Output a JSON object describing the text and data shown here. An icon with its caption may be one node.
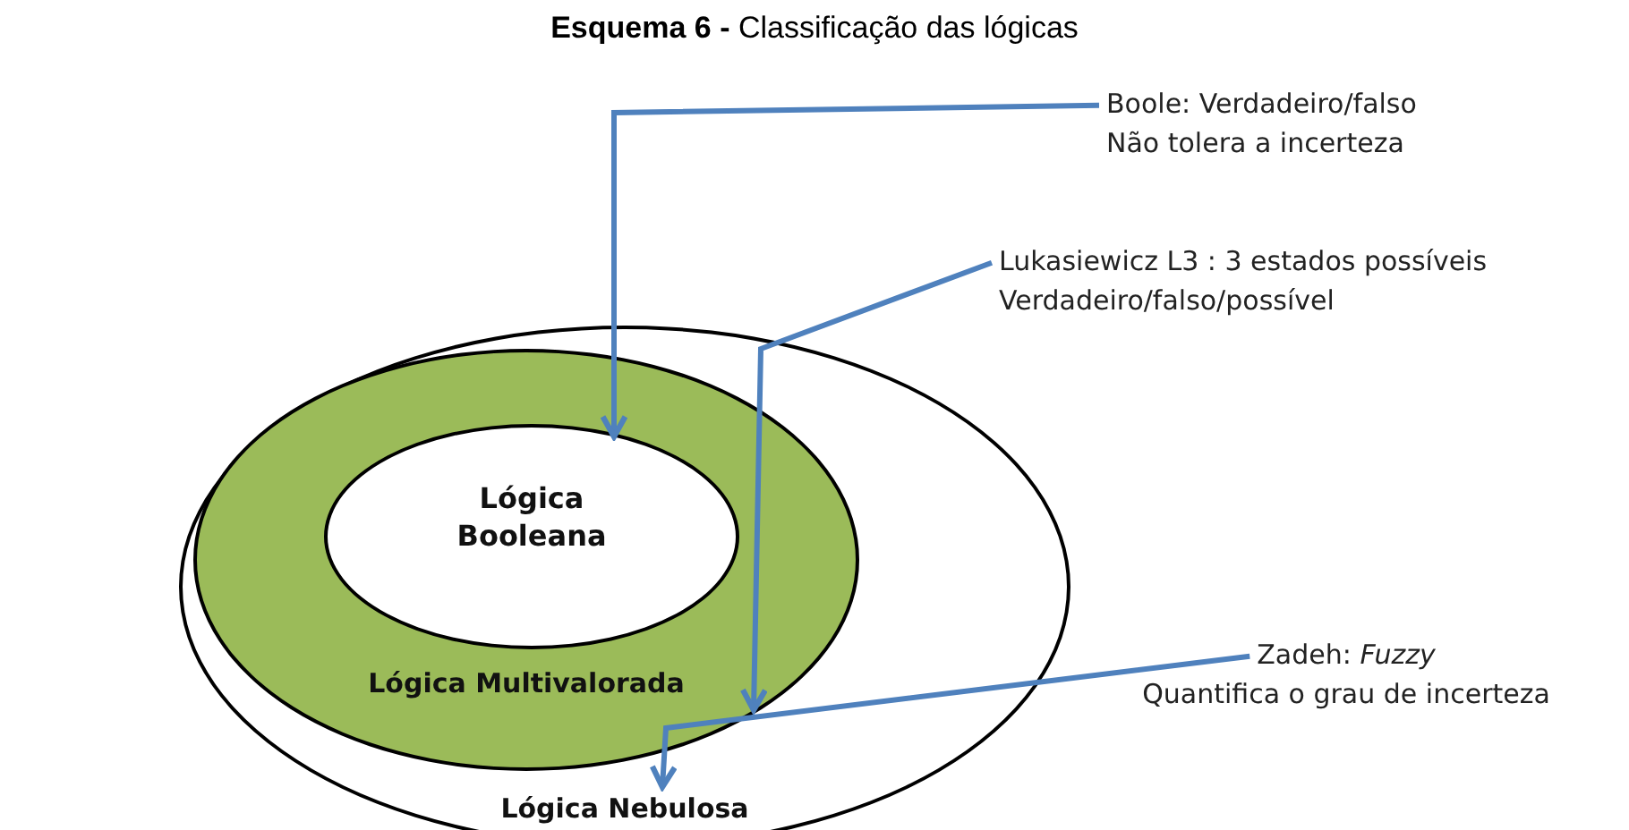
{
  "diagram": {
    "title": "**Esquema 6 -** Classificação das lógicas",
    "nodes": [
      {
        "text": [
          "Lógica Nebulosa"
        ]
      },
      {
        "text": [
          "Lógica Multivalorada"
        ],
        "in": 0
      },
      {
        "text": [
          "Lógica Booleana"
        ],
        "in": 1
      },
      {
        "text": [
          "Boole: Verdadeiro/falso",
          "Não tolera a incerteza"
        ]
      },
      {
        "text": [
          "Lukasiewicz L3 :  3 estados possíveis",
          "Verdadeiro/falso/possível"
        ]
      },
      {
        "text": [
          "Zadeh: *Fuzzy*",
          "Quantifica o grau de incerteza"
        ]
      }
    ],
    "edges": [
      {
        "from": 3,
        "to": 2,
        "arrow": "to"
      },
      {
        "from": 4,
        "to": 1,
        "arrow": "to"
      },
      {
        "from": 5,
        "to": 0,
        "arrow": "to"
      }
    ]
  }
}
